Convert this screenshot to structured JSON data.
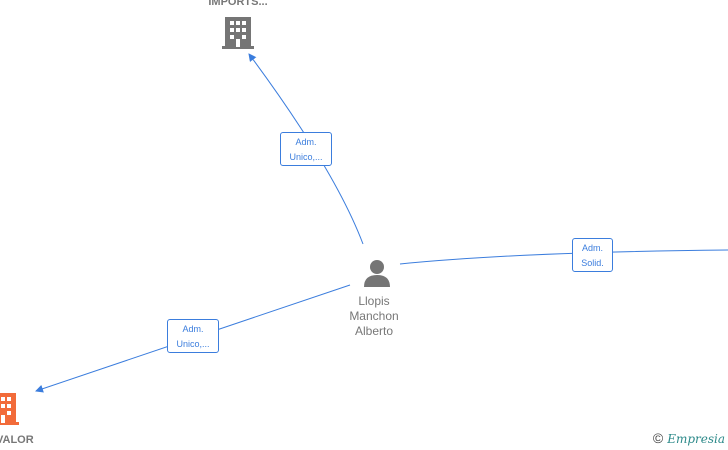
{
  "nodes": {
    "top_company": {
      "label": "IMPORTS..."
    },
    "person": {
      "label_lines": [
        "Llopis",
        "Manchon",
        "Alberto"
      ]
    },
    "bottom_company": {
      "label": "VALOR"
    }
  },
  "edges": {
    "to_top": {
      "lines": [
        "Adm.",
        "Unico,..."
      ]
    },
    "to_bottom": {
      "lines": [
        "Adm.",
        "Unico,..."
      ]
    },
    "to_right": {
      "lines": [
        "Adm.",
        "Solid."
      ]
    }
  },
  "colors": {
    "edge": "#3b7ddd",
    "node_gray": "#757575",
    "highlight": "#f26b3a"
  },
  "watermark": {
    "symbol": "©",
    "brand": "Empresia"
  }
}
